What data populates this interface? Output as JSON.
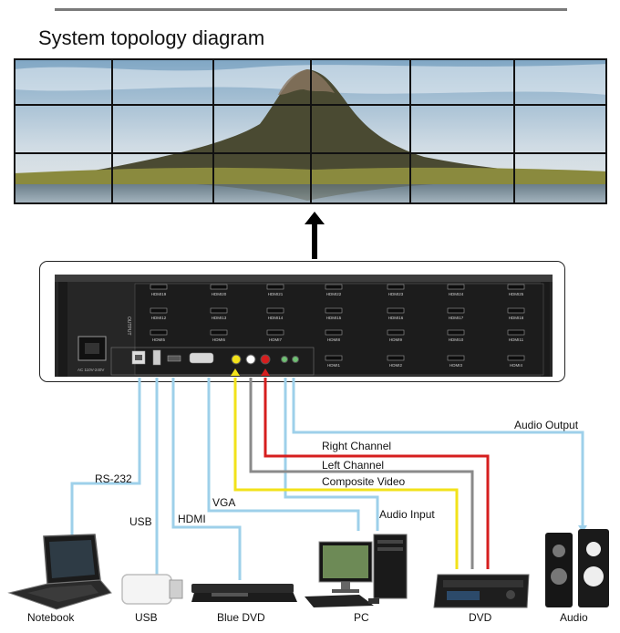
{
  "title": "System topology diagram",
  "device": {
    "hdmi_outputs": [
      "HDMI19",
      "HDMI20",
      "HDMI21",
      "HDMI22",
      "HDMI23",
      "HDMI24",
      "HDMI25",
      "HDMI12",
      "HDMI13",
      "HDMI14",
      "HDMI15",
      "HDMI16",
      "HDMI17",
      "HDMI18",
      "HDMI5",
      "HDMI6",
      "HDMI7",
      "HDMI8",
      "HDMI9",
      "HDMI10",
      "HDMI11",
      "HDMI1",
      "HDMI2",
      "HDMI3",
      "HDMI4"
    ],
    "output_label": "OUTPUT",
    "power_label": "AC 110V-240V",
    "ports": [
      "RS232",
      "USB",
      "HDMI",
      "VGA",
      "AUDIO IN",
      "AUDIO OUT",
      "AUDIO"
    ]
  },
  "signals": {
    "audio_output": "Audio Output",
    "right_channel": "Right Channel",
    "left_channel": "Left Channel",
    "composite_video": "Composite Video",
    "audio_input": "Audio Input",
    "rs232": "RS-232",
    "usb": "USB",
    "hdmi": "HDMI",
    "vga": "VGA"
  },
  "devices": {
    "notebook": "Notebook",
    "usb": "USB",
    "blue_dvd": "Blue DVD",
    "pc": "PC",
    "dvd": "DVD",
    "audio": "Audio"
  },
  "colors": {
    "cable_blue": "#9ed0ea",
    "cable_yellow": "#f2e21a",
    "cable_red": "#d61e1e",
    "cable_gray": "#8a8a8a"
  }
}
